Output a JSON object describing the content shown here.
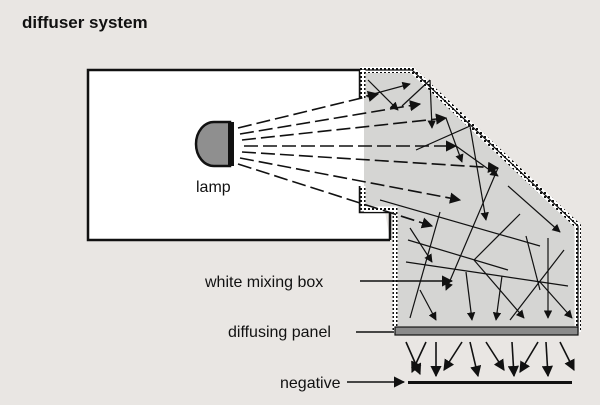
{
  "figure": {
    "title": "diffuser system",
    "labels": {
      "lamp": "lamp",
      "mixing_box": "white mixing box",
      "diffusing_panel": "diffusing panel",
      "negative": "negative"
    },
    "colors": {
      "background": "#e9e6e3",
      "ink": "#111111",
      "box_fill": "#d5d5d3",
      "lamp_fill": "#8f8f8f",
      "panel_fill": "#8a8a8a"
    }
  }
}
